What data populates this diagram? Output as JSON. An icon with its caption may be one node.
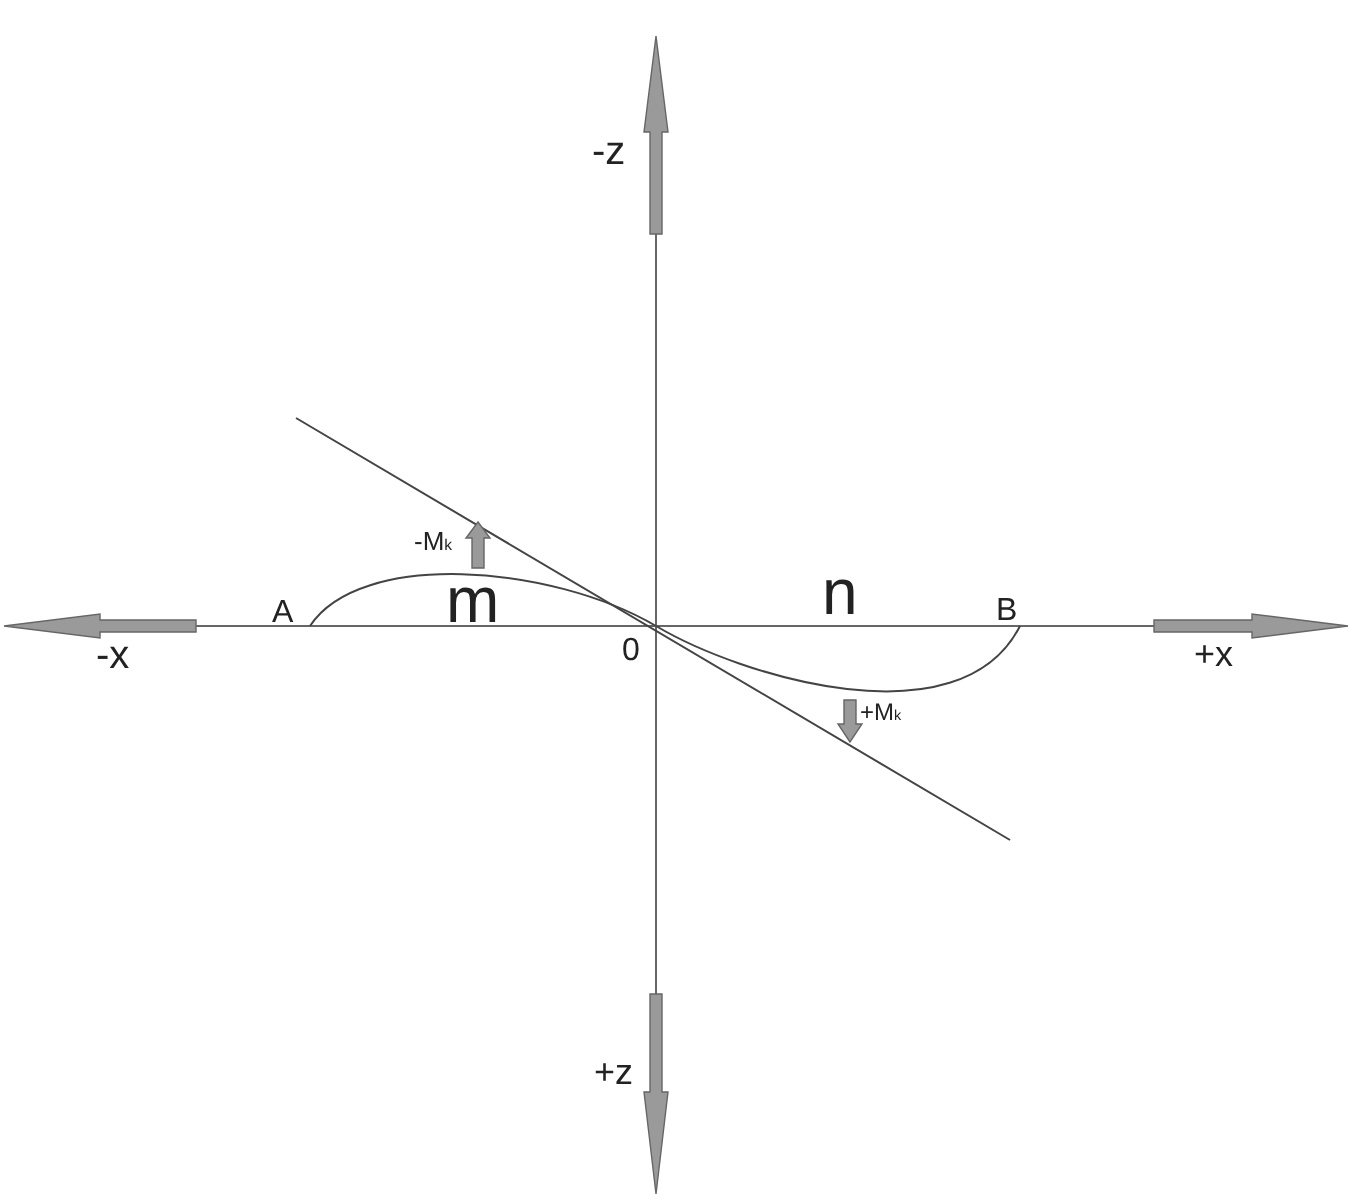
{
  "diagram": {
    "labels": [
      "-z",
      "-x",
      "+x",
      "+z",
      "A",
      "B",
      "0",
      "m",
      "n",
      "-M$_{k}$",
      "+M$_{k}$"
    ]
  }
}
